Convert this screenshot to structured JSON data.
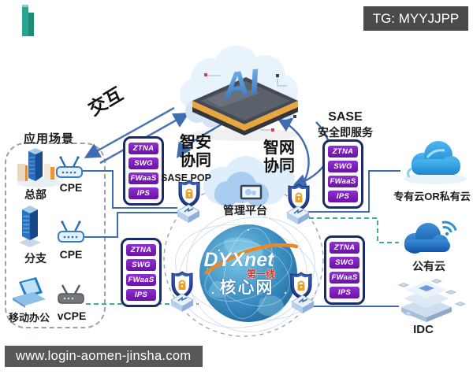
{
  "overlays": {
    "tg_badge": "TG: MYYJJPP",
    "url_bar": "www.login-aomen-jinsha.com"
  },
  "scenario": {
    "title": "应用场景",
    "hq_label": "总部",
    "hq_device": "CPE",
    "branch_label": "分支",
    "branch_device": "CPE",
    "mobile_label": "移动办公",
    "mobile_device": "vCPE"
  },
  "top": {
    "interact": "交互",
    "ai": "AI"
  },
  "collab": {
    "security": "智安\n协同",
    "network": "智网\n协同",
    "sase_pop": "SASE POP",
    "sase_line1": "SASE",
    "sase_line2": "安全即服务"
  },
  "sase_stack": {
    "items": [
      "ZTNA",
      "SWG",
      "FWaaS",
      "IPS"
    ]
  },
  "platform": {
    "label": "管理平台"
  },
  "core": {
    "brand": "DYXnet",
    "sub": "第一线",
    "label": "核心网"
  },
  "right": {
    "private_cloud": "专有云OR私有云",
    "public_cloud": "公有云",
    "idc": "IDC"
  },
  "colors": {
    "pill": "#7d1fb5",
    "stack_border": "#1c2a66",
    "line_blue": "#3f6cb0",
    "line_green": "#35b295",
    "lock": "#e8a126",
    "badge_bg": "#4a4a4a"
  }
}
